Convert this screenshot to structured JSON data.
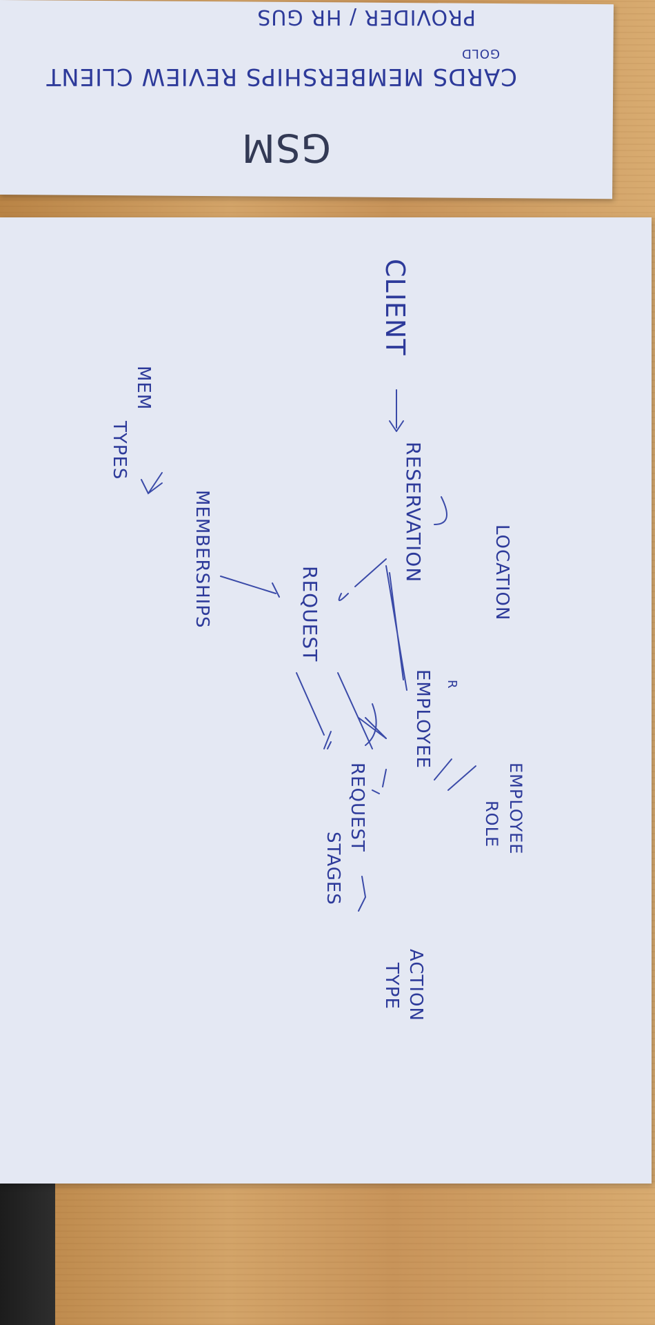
{
  "top_sheet": {
    "title": "GSM",
    "line_1": "CARDS MEMBERSHIPS REVIEW CLIENT",
    "line_1_sub": "GOLD",
    "line_2": "PROVIDER / HR GUS"
  },
  "main_sheet": {
    "nodes": {
      "client": "CLIENT",
      "mem_types_1": "MEM",
      "mem_types_2": "TYPES",
      "memberships": "MEMBERSHIPS",
      "reservation": "RESERVATION",
      "location": "LOCATION",
      "request": "REQUEST",
      "employee": "EMPLOYEE",
      "employee_role_1": "EMPLOYEE",
      "employee_role_2": "ROLE",
      "request_stages_1": "REQUEST",
      "request_stages_2": "STAGES",
      "action_type_1": "ACTION",
      "action_type_2": "TYPE",
      "r_mark": "R"
    }
  },
  "colors": {
    "ink": "#2d3a9a",
    "paper": "#e4e8f3",
    "desk": "#c9975a"
  }
}
